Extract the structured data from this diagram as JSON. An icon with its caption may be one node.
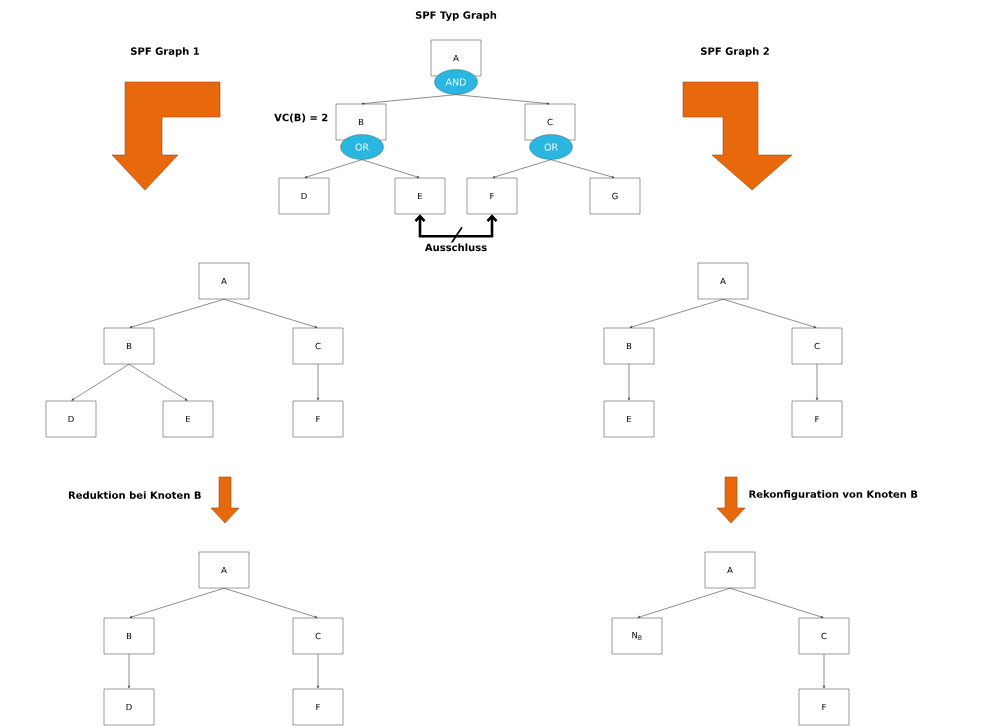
{
  "diagram": {
    "title": "SPF Typ Graph",
    "nodes": [
      {
        "text": [
          "A"
        ]
      },
      {
        "text": [
          "AND"
        ]
      },
      {
        "text": [
          "B"
        ],
        "beside": [
          "VC(B) = 2"
        ]
      },
      {
        "text": [
          "OR"
        ]
      },
      {
        "text": [
          "C"
        ]
      },
      {
        "text": [
          "OR"
        ]
      },
      {
        "text": [
          "D"
        ]
      },
      {
        "text": [
          "E"
        ]
      },
      {
        "text": [
          "F"
        ]
      },
      {
        "text": [
          "G"
        ]
      },
      {
        "text": [
          "A"
        ]
      },
      {
        "text": [
          "B"
        ]
      },
      {
        "text": [
          "C"
        ]
      },
      {
        "text": [
          "D"
        ]
      },
      {
        "text": [
          "E"
        ]
      },
      {
        "text": [
          "F"
        ]
      },
      {
        "text": [
          "A"
        ]
      },
      {
        "text": [
          "B"
        ]
      },
      {
        "text": [
          "C"
        ]
      },
      {
        "text": [
          "E"
        ]
      },
      {
        "text": [
          "F"
        ]
      },
      {
        "text": [
          "A"
        ]
      },
      {
        "text": [
          "B"
        ]
      },
      {
        "text": [
          "C"
        ]
      },
      {
        "text": [
          "D"
        ]
      },
      {
        "text": [
          "F"
        ]
      },
      {
        "text": [
          "A"
        ]
      },
      {
        "text": [
          "N$_{B}$"
        ]
      },
      {
        "text": [
          "C"
        ]
      },
      {
        "text": [
          "F"
        ]
      }
    ],
    "edges": [
      {
        "from": 1,
        "to": 2,
        "arrow": "to"
      },
      {
        "from": 1,
        "to": 4,
        "arrow": "to"
      },
      {
        "from": 3,
        "to": 6,
        "arrow": "to"
      },
      {
        "from": 3,
        "to": 7,
        "arrow": "to"
      },
      {
        "from": 5,
        "to": 8,
        "arrow": "to"
      },
      {
        "from": 5,
        "to": 9,
        "arrow": "to"
      },
      {
        "from": 7,
        "to": 8,
        "arrow": "both",
        "style": "thick",
        "label": "Ausschluss"
      },
      {
        "from": 10,
        "to": 11,
        "arrow": "to"
      },
      {
        "from": 10,
        "to": 12,
        "arrow": "to"
      },
      {
        "from": 11,
        "to": 13,
        "arrow": "to"
      },
      {
        "from": 11,
        "to": 14,
        "arrow": "to"
      },
      {
        "from": 12,
        "to": 15,
        "arrow": "to"
      },
      {
        "from": 16,
        "to": 17,
        "arrow": "to"
      },
      {
        "from": 16,
        "to": 18,
        "arrow": "to"
      },
      {
        "from": 17,
        "to": 19,
        "arrow": "to"
      },
      {
        "from": 18,
        "to": 20,
        "arrow": "to"
      },
      {
        "from": 21,
        "to": 22,
        "arrow": "to"
      },
      {
        "from": 21,
        "to": 23,
        "arrow": "to"
      },
      {
        "from": 22,
        "to": 24,
        "arrow": "to"
      },
      {
        "from": 23,
        "to": 25,
        "arrow": "to"
      },
      {
        "from": 26,
        "to": 27,
        "arrow": "to"
      },
      {
        "from": 26,
        "to": 28,
        "arrow": "to"
      },
      {
        "from": 28,
        "to": 29,
        "arrow": "to"
      }
    ],
    "labels": [
      "SPF Graph 1",
      "SPF Graph 2",
      "Reduktion bei Knoten B",
      "Rekonfiguration von Knoten B"
    ]
  }
}
